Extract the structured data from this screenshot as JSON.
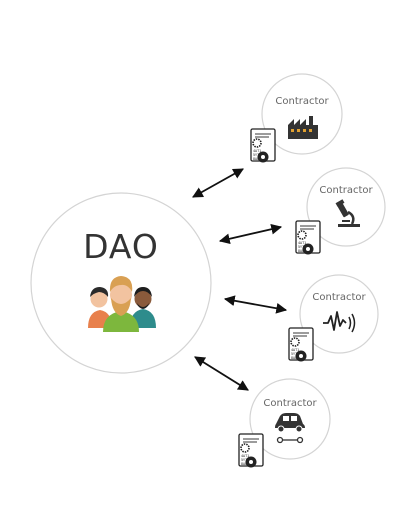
{
  "dao": {
    "title": "DAO",
    "icon": "people-group-icon"
  },
  "contractors": [
    {
      "label": "Contractor",
      "icon": "factory-icon"
    },
    {
      "label": "Contractor",
      "icon": "microscope-icon"
    },
    {
      "label": "Contractor",
      "icon": "signal-waveform-icon"
    },
    {
      "label": "Contractor",
      "icon": "car-icon"
    }
  ],
  "contract_document": {
    "icon": "contract-document-gear-icon",
    "lines": [
      "4AT1",
      "5YT2",
      "8ABT",
      "2TYU"
    ]
  },
  "colors": {
    "circle_stroke": "#d0d0d0",
    "arrow": "#111111",
    "text": "#444444",
    "hair_blond": "#d9a053",
    "shirt_green": "#7db73d",
    "shirt_teal": "#2e8c8c",
    "shirt_orange": "#e8804c",
    "skin": "#f2c3a0"
  }
}
